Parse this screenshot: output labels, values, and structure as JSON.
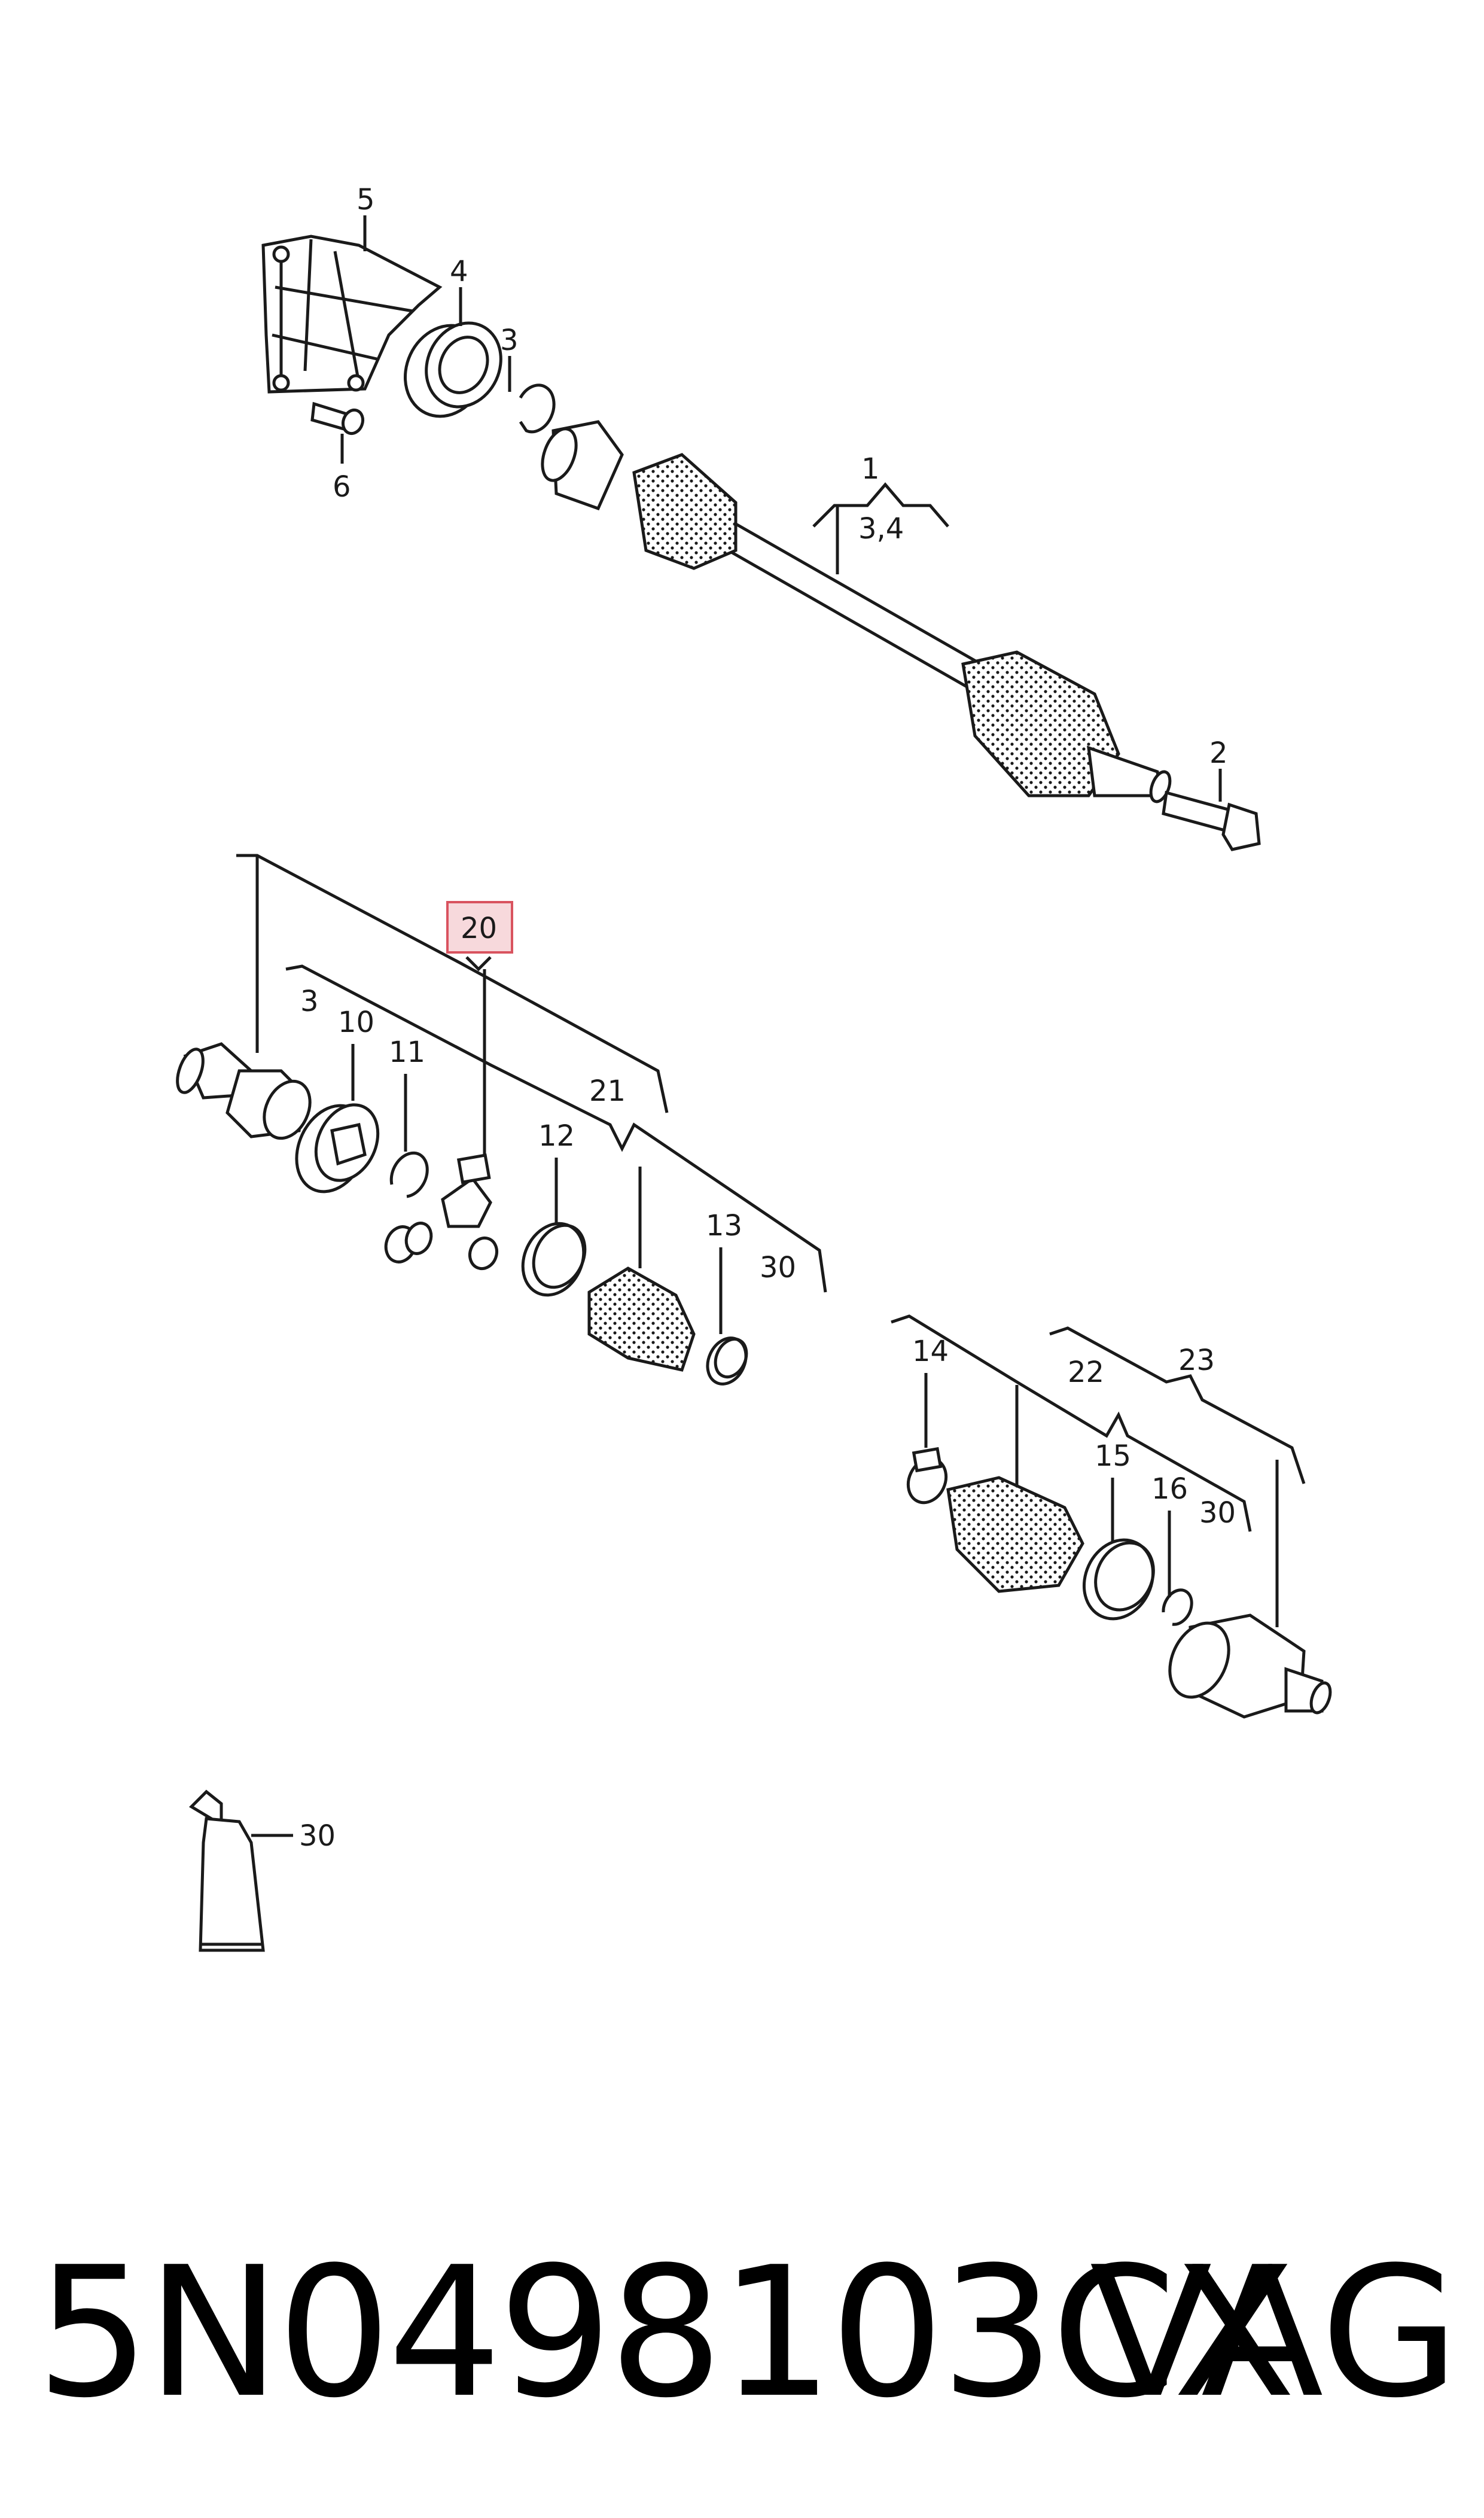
{
  "callouts": {
    "c1": "1",
    "c1_sub": "3,4",
    "c2": "2",
    "c3a": "3",
    "c4": "4",
    "c5": "5",
    "c6": "6",
    "c3b": "3",
    "c10": "10",
    "c11": "11",
    "c20": "20",
    "c21": "21",
    "c12": "12",
    "c13": "13",
    "c30a": "30",
    "c14": "14",
    "c22": "22",
    "c23": "23",
    "c15": "15",
    "c16": "16",
    "c30b": "30",
    "c30c": "30"
  },
  "caption": {
    "part_number": "5N0498103CX",
    "brand": "VAG"
  },
  "colors": {
    "highlight_fill": "#f7d9dc",
    "highlight_stroke": "#d9535f",
    "ink": "#1a1a1a"
  }
}
